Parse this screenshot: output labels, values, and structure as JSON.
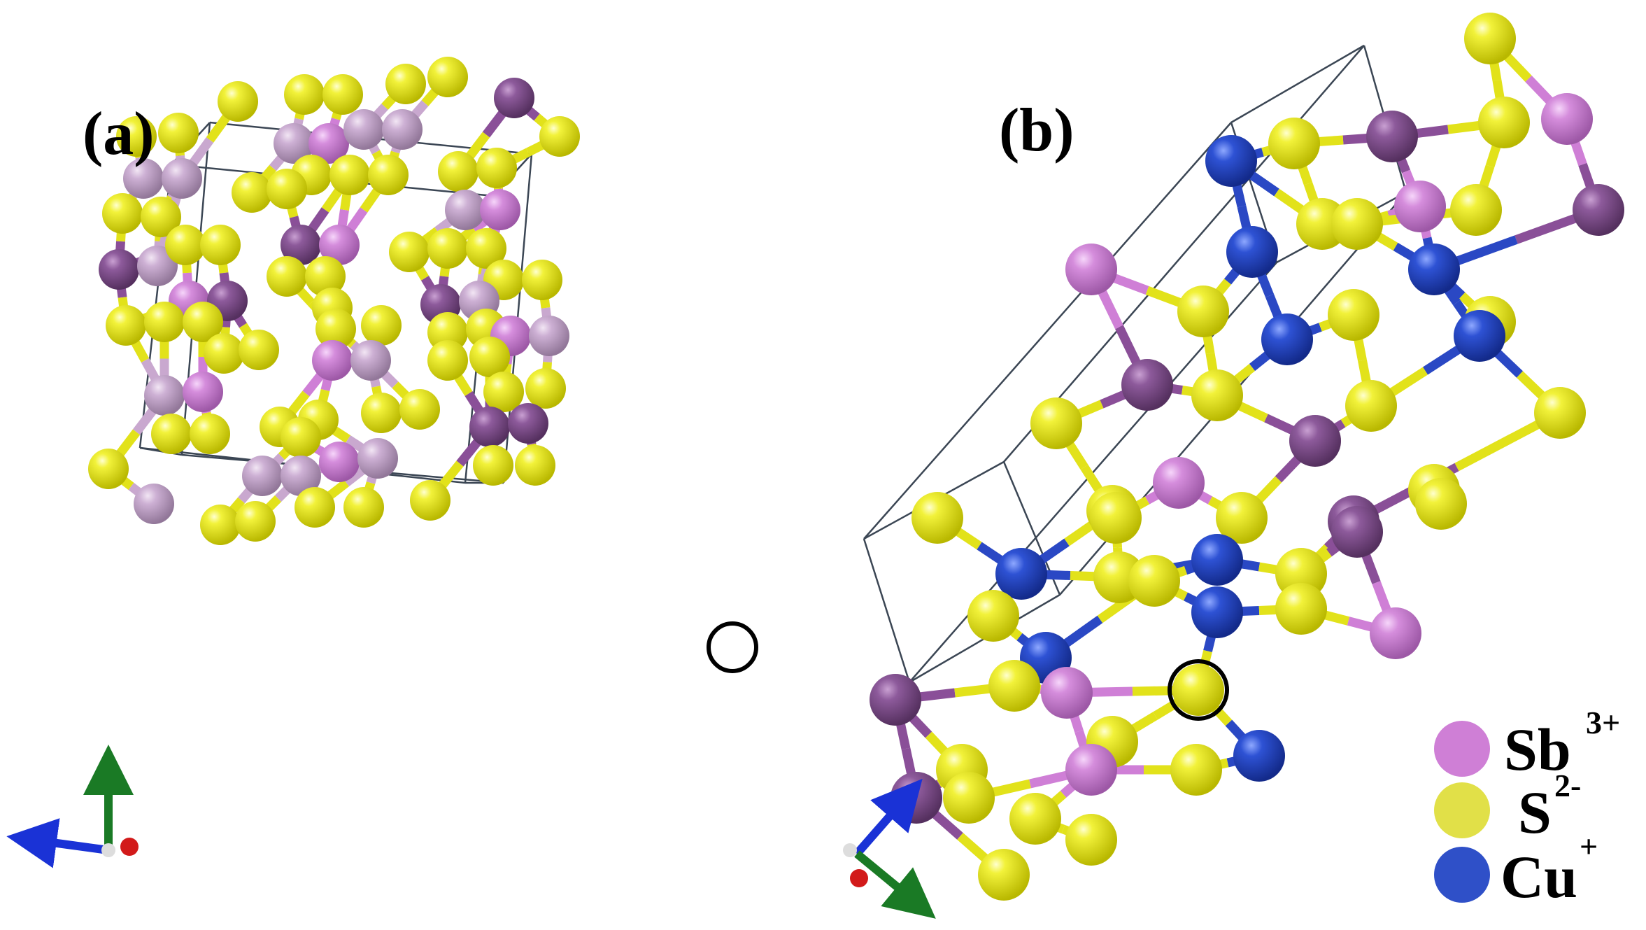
{
  "panels": [
    {
      "id": "a",
      "label": "(a)"
    },
    {
      "id": "b",
      "label": "(b)"
    }
  ],
  "legend": [
    {
      "symbol": "Sb",
      "charge": "3+",
      "color": "#cf7fd6"
    },
    {
      "symbol": "S",
      "charge": "2-",
      "color": "#e1e048"
    },
    {
      "symbol": "Cu",
      "charge": "+",
      "color": "#2f50c8"
    }
  ],
  "colors": {
    "sb_light": "#cf7fd6",
    "sb_dark": "#8a4f98",
    "sb_pale": "#c9a8cf",
    "s": "#e2e21a",
    "cu": "#2a48c4",
    "cell_edge": "#3b4654",
    "axis_x": "#1a32d6",
    "axis_y": "#1a7a25",
    "axis_z": "#d21a1a"
  },
  "icons": [
    "axis-triad-icon"
  ]
}
